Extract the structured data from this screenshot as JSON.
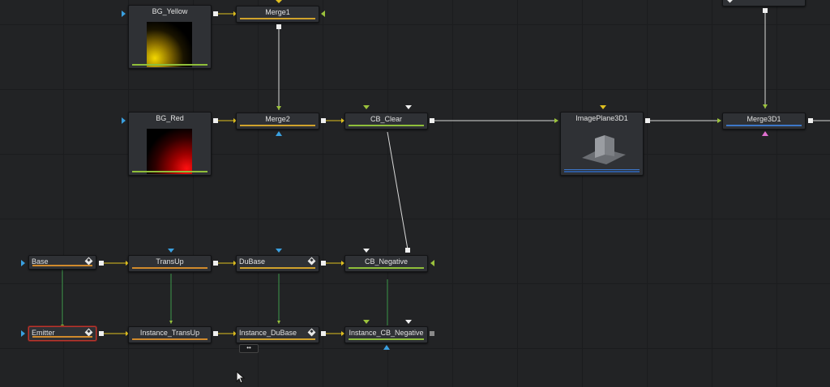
{
  "flow": {
    "nodes": {
      "bg_yellow": "BG_Yellow",
      "merge1": "Merge1",
      "bg_red": "BG_Red",
      "merge2": "Merge2",
      "cb_clear": "CB_Clear",
      "imageplane3d1": "ImagePlane3D1",
      "merge3d1": "Merge3D1",
      "base": "Base",
      "transup": "TransUp",
      "dubase": "DuBase",
      "cb_negative": "CB_Negative",
      "emitter": "Emitter",
      "instance_transup": "Instance_TransUp",
      "instance_dubase": "Instance_DuBase",
      "instance_cb_negative": "Instance_CB_Negative"
    },
    "more_label": "••"
  },
  "colors": {
    "background": "#222325",
    "node": "#2f3135",
    "wire": "#c8c8c8",
    "wire_green": "#3d9a4a",
    "wire_yellow": "#e0c020",
    "bar_green": "#8fbf3a",
    "bar_orange": "#d08a2c",
    "bar_blue": "#3d77c8",
    "port_blue": "#3aa0e0",
    "port_green": "#9bc23c",
    "port_yellow": "#e0c020",
    "port_pink": "#e070d0",
    "selected": "#b8372f"
  }
}
